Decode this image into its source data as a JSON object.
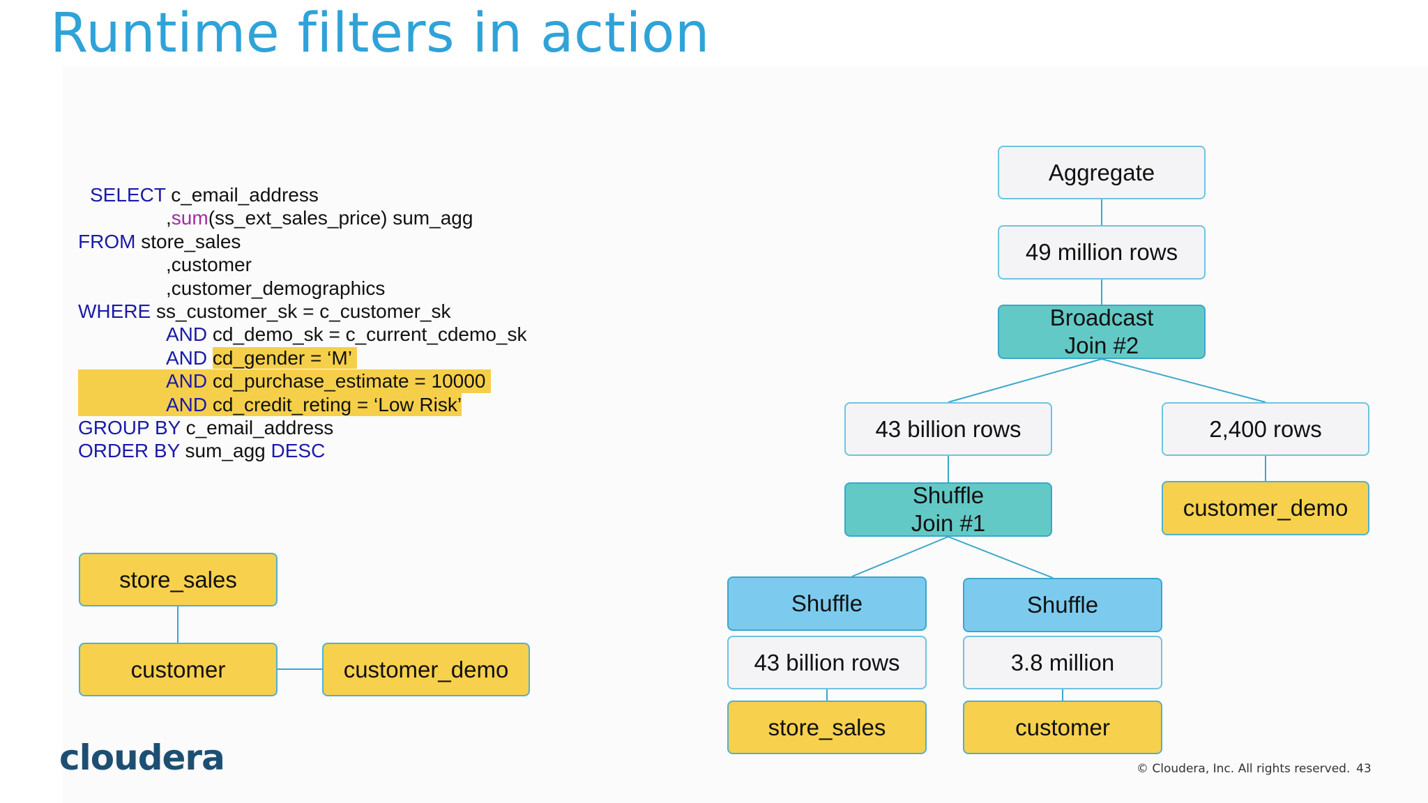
{
  "title": "Runtime filters in action",
  "sql": {
    "l1_kw": "SELECT",
    "l1_rest": " c_email_address",
    "l2_pre": ",",
    "l2_fn": "sum",
    "l2_rest": "(ss_ext_sales_price) sum_agg",
    "l3_kw": "FROM",
    "l3_rest": " store_sales",
    "l4": ",customer",
    "l5": ",customer_demographics",
    "l6_kw": "WHERE",
    "l6_rest": " ss_customer_sk = c_customer_sk",
    "l7_kw": "AND",
    "l7_rest": " cd_demo_sk = c_current_cdemo_sk",
    "l8_kw": "AND",
    "l8_rest": "cd_gender = ‘M’ ",
    "l9_kw": "AND",
    "l9_rest": " cd_purchase_estimate = 10000 ",
    "l10_kw": "AND",
    "l10_rest": " cd_credit_reting = ‘Low Risk’",
    "l11_kw": "GROUP BY",
    "l11_rest": " c_email_address",
    "l12_kw": "ORDER BY",
    "l12_rest": " sum_agg ",
    "l12_kw2": "DESC"
  },
  "left_tree": {
    "store_sales": "store_sales",
    "customer": "customer",
    "customer_demo": "customer_demo"
  },
  "plan": {
    "aggregate": "Aggregate",
    "rows_49m": "49 million rows",
    "broadcast_join": "Broadcast\nJoin #2",
    "rows_43b_top": "43 billion rows",
    "rows_2400": "2,400 rows",
    "shuffle_join": "Shuffle\nJoin #1",
    "customer_demo": "customer_demo",
    "shuffle_left": "Shuffle",
    "shuffle_right": "Shuffle",
    "rows_43b_bottom": "43 billion rows",
    "rows_3_8m": "3.8 million",
    "store_sales": "store_sales",
    "customer": "customer"
  },
  "brand": "cloudera",
  "copyright": "© Cloudera, Inc. All rights reserved.",
  "page_number": "43",
  "colors": {
    "title": "#2fa3d8",
    "keyword": "#1a1aa6",
    "function": "#a32ba3",
    "highlight": "#f6cf4a",
    "table_node": "#f7d04d",
    "join_node": "#63c9c6",
    "shuffle_node": "#7ccbee",
    "edge": "#3aa7c9"
  }
}
